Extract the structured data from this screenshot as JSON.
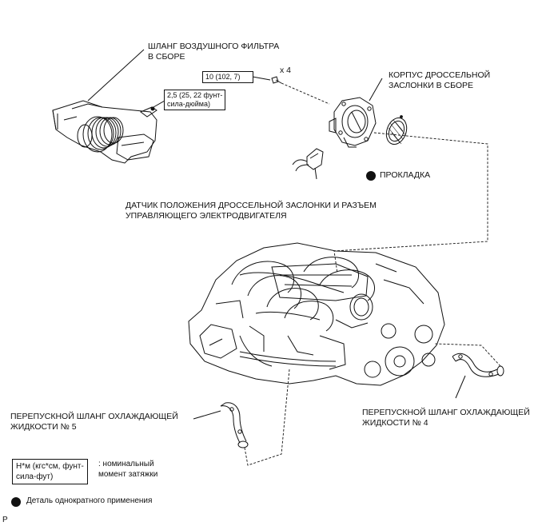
{
  "labels": {
    "air_filter_hose": [
      "ШЛАНГ ВОЗДУШНОГО ФИЛЬТРА",
      "В СБОРЕ"
    ],
    "throttle_body": [
      "КОРПУС ДРОССЕЛЬНОЙ",
      "ЗАСЛОНКИ В СБОРЕ"
    ],
    "gasket": "ПРОКЛАДКА",
    "sensor_connector": [
      "ДАТЧИК ПОЛОЖЕНИЯ ДРОССЕЛЬНОЙ ЗАСЛОНКИ И РАЗЪЕМ",
      "УПРАВЛЯЮЩЕГО ЭЛЕКТРОДВИГАТЕЛЯ"
    ],
    "hose_no5": [
      "ПЕРЕПУСКНОЙ ШЛАНГ ОХЛАЖДАЮЩЕЙ",
      "ЖИДКОСТИ № 5"
    ],
    "hose_no4": [
      "ПЕРЕПУСКНОЙ ШЛАНГ ОХЛАЖДАЮЩЕЙ",
      "ЖИДКОСТИ № 4"
    ]
  },
  "torque": {
    "throttle_bolts": "10 (102, 7)",
    "bolt_count": "x 4",
    "clamp": [
      "2,5 (25, 22 фунт-",
      "сила-дюйма)"
    ]
  },
  "legend": {
    "unit_box": [
      "Н*м (кгс*см, фунт-",
      "сила-фут)"
    ],
    "unit_desc": [
      ": номинальный",
      "момент затяжки"
    ],
    "single_use": "Деталь однократного применения"
  },
  "corner_mark": "P"
}
